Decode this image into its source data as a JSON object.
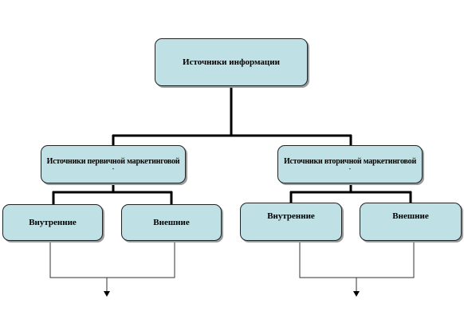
{
  "diagram": {
    "root": "Источники информации",
    "primary": {
      "title": "Источники первичной маркетинговой",
      "mark": "-"
    },
    "secondary": {
      "title": "Источники вторичной маркетинговой",
      "mark": "-"
    },
    "primary_children": [
      "Внутренние",
      "Внешние"
    ],
    "secondary_children": [
      "Внутренние",
      "Внешние"
    ]
  },
  "colors": {
    "box_fill": "#bfe1e6",
    "connector": "#000000",
    "thin_line": "#333333"
  }
}
